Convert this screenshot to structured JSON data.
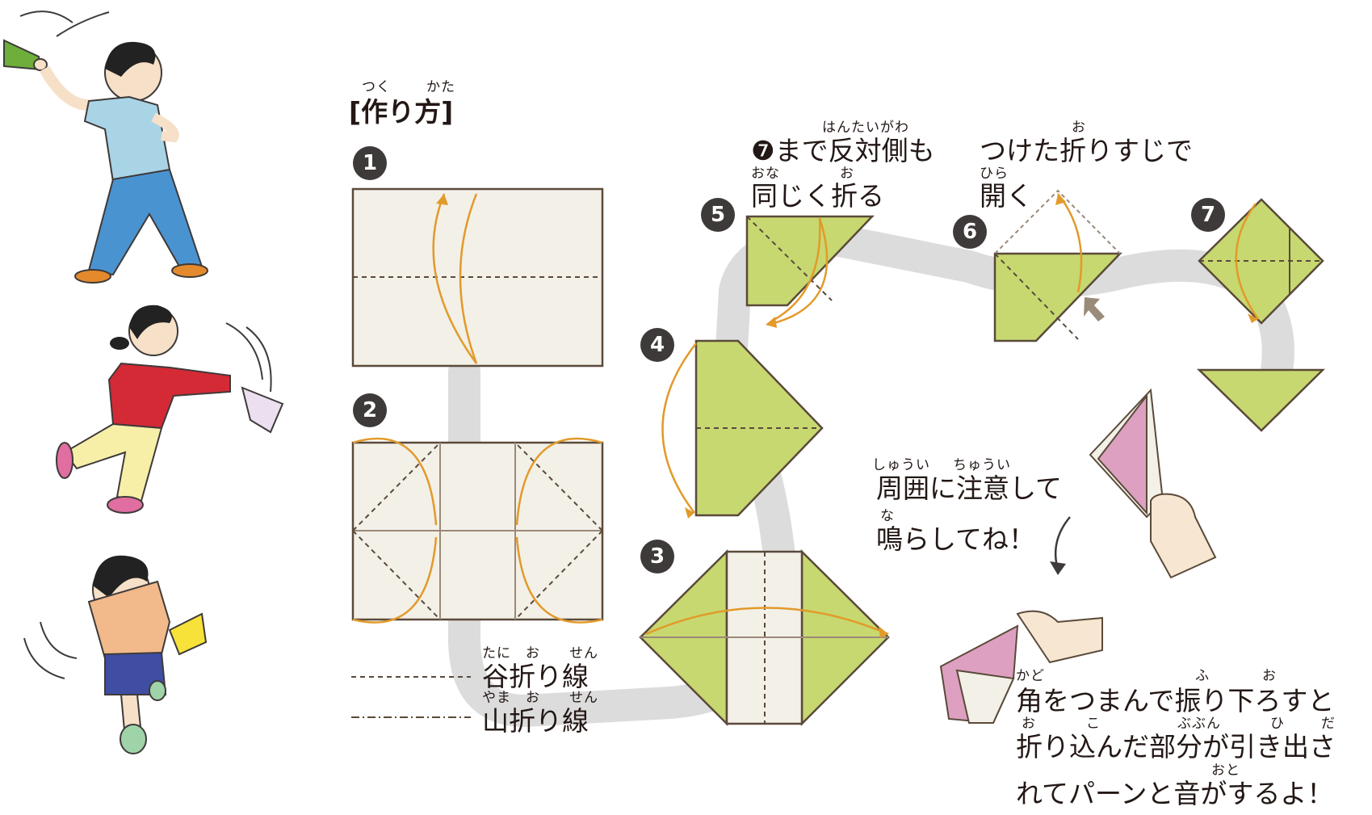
{
  "header": {
    "title": "[作り方]",
    "title_ruby": [
      "つく",
      "かた"
    ]
  },
  "steps": [
    "1",
    "2",
    "3",
    "4",
    "5",
    "6",
    "7"
  ],
  "step5_note": {
    "line1": "❼まで反対側も",
    "line1_ruby": "はんたいがわ",
    "line2": "同じく折る",
    "line2_ruby": [
      "おな",
      "お"
    ]
  },
  "step6_note": {
    "line1": "つけた折りすじで",
    "line1_ruby": "お",
    "line2": "開く",
    "line2_ruby": "ひら"
  },
  "legend": {
    "valley": "谷折り線",
    "valley_ruby": [
      "たに",
      "お",
      "せん"
    ],
    "mountain": "山折り線",
    "mountain_ruby": [
      "やま",
      "お",
      "せん"
    ]
  },
  "caution": {
    "line1": "周囲に注意して",
    "line1_ruby": [
      "しゅうい",
      "ちゅうい"
    ],
    "line2": "鳴らしてね！",
    "line2_ruby": "な"
  },
  "final_note": {
    "line1": "角をつまんで振り下ろすと",
    "line1_ruby": [
      "かど",
      "ふ",
      "お"
    ],
    "line2": "折り込んだ部分が引き出さ",
    "line2_ruby": [
      "お",
      "こ",
      "ぶぶん",
      "ひ",
      "だ"
    ],
    "line3": "れてパーンと音がするよ！",
    "line3_ruby": "おと"
  },
  "colors": {
    "paper": "#f3f0e8",
    "green": "#c7d870",
    "outline": "#5a4a3a",
    "arrow": "#e29a2a",
    "path": "#dcdcdc",
    "pink": "#dda0c0"
  }
}
